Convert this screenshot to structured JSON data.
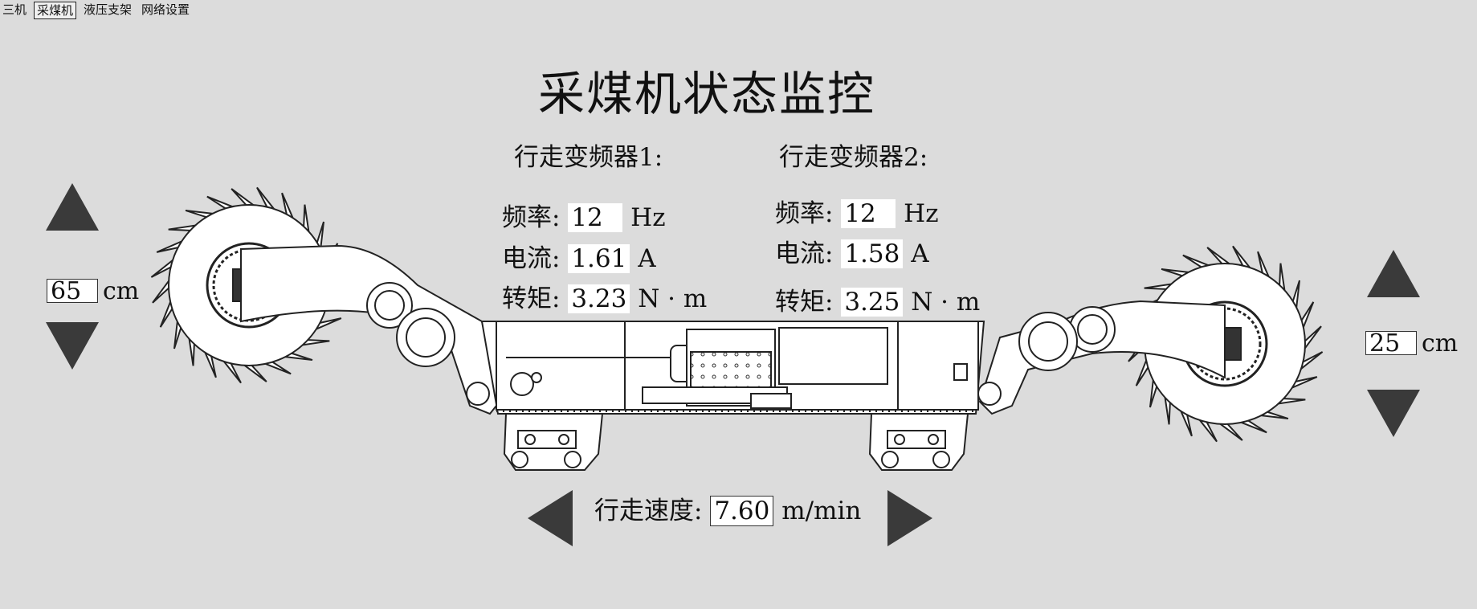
{
  "tabs": [
    {
      "label": "三机"
    },
    {
      "label": "采煤机"
    },
    {
      "label": "液压支架"
    },
    {
      "label": "网络设置"
    }
  ],
  "title": "采煤机状态监控",
  "inverter1": {
    "heading": "行走变频器1:",
    "freq_label": "频率:",
    "freq_value": "12",
    "freq_unit": "Hz",
    "current_label": "电流:",
    "current_value": "1.61",
    "current_unit": "A",
    "torque_label": "转矩:",
    "torque_value": "3.23",
    "torque_unit": "N · m"
  },
  "inverter2": {
    "heading": "行走变频器2:",
    "freq_label": "频率:",
    "freq_value": "12",
    "freq_unit": "Hz",
    "current_label": "电流:",
    "current_value": "1.58",
    "current_unit": "A",
    "torque_label": "转矩:",
    "torque_value": "3.25",
    "torque_unit": "N · m"
  },
  "left_drum": {
    "height_value": "65",
    "unit": "cm"
  },
  "right_drum": {
    "height_value": "25",
    "unit": "cm"
  },
  "speed": {
    "label": "行走速度:",
    "value": "7.60",
    "unit": "m/min"
  },
  "icons": {
    "up": "triangle-up-icon",
    "down": "triangle-down-icon",
    "left": "triangle-left-icon",
    "right": "triangle-right-icon"
  },
  "colors": {
    "background": "#dcdcdc",
    "button": "#3a3a3a"
  }
}
